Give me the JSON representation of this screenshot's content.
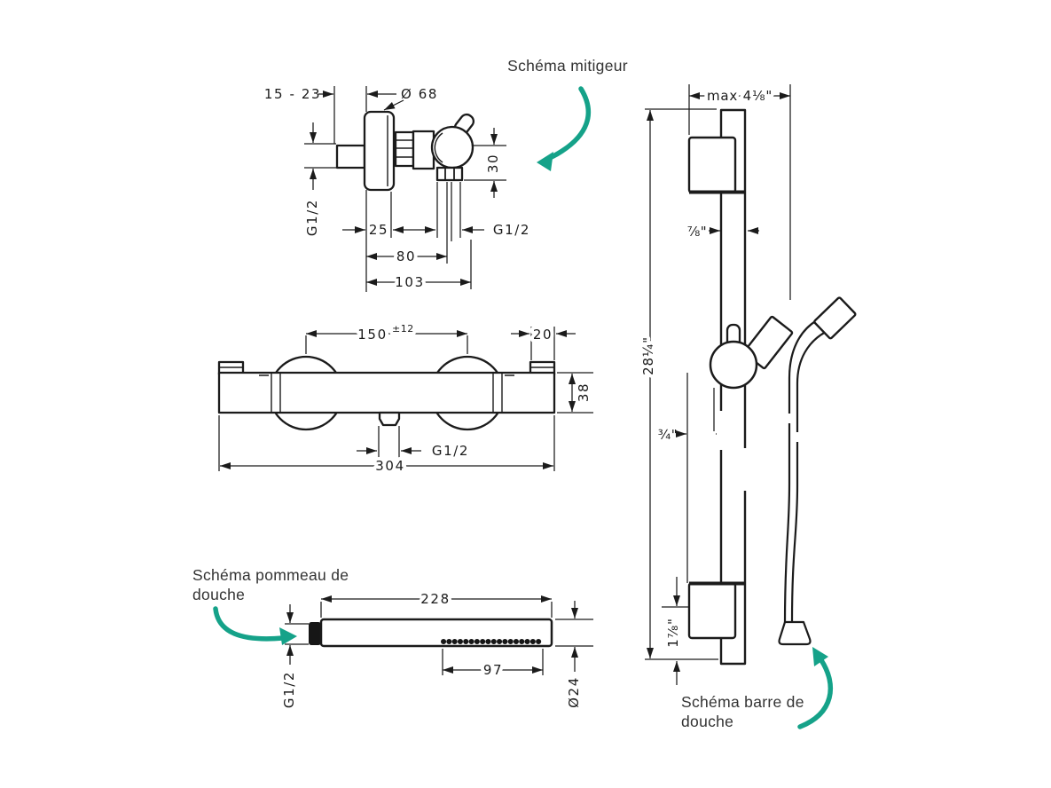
{
  "colors": {
    "background": "#ffffff",
    "line": "#1b1b1b",
    "accent": "#15a289",
    "caption": "#333333"
  },
  "captions": {
    "mixer": "Schéma mitigeur",
    "handshower_line1": "Schéma pommeau de",
    "handshower_line2": "douche",
    "bar_line1": "Schéma barre de",
    "bar_line2": "douche"
  },
  "mixer_side": {
    "wall_distance_range": "15 - 23",
    "escutcheon_diameter": "Ø 68",
    "outlet_drop": "30",
    "inlet_thread": "G1/2",
    "depth_to_face": "25",
    "outlet_thread": "G1/2",
    "depth_80": "80",
    "depth_103": "103"
  },
  "mixer_front": {
    "center_distance": "150",
    "center_tolerance": "±12",
    "end_fitting_width": "20",
    "body_height": "38",
    "outlet_thread": "G1/2",
    "overall_width": "304"
  },
  "handshower": {
    "overall_length": "228",
    "spray_zone_length": "97",
    "thread": "G1/2",
    "diameter": "Ø24"
  },
  "bar": {
    "max_reach": "max 4⅛\"",
    "profile_width": "⅞\"",
    "overall_height": "28¼\"",
    "wall_offset": "¾\"",
    "bottom_section": "1⅞\""
  }
}
